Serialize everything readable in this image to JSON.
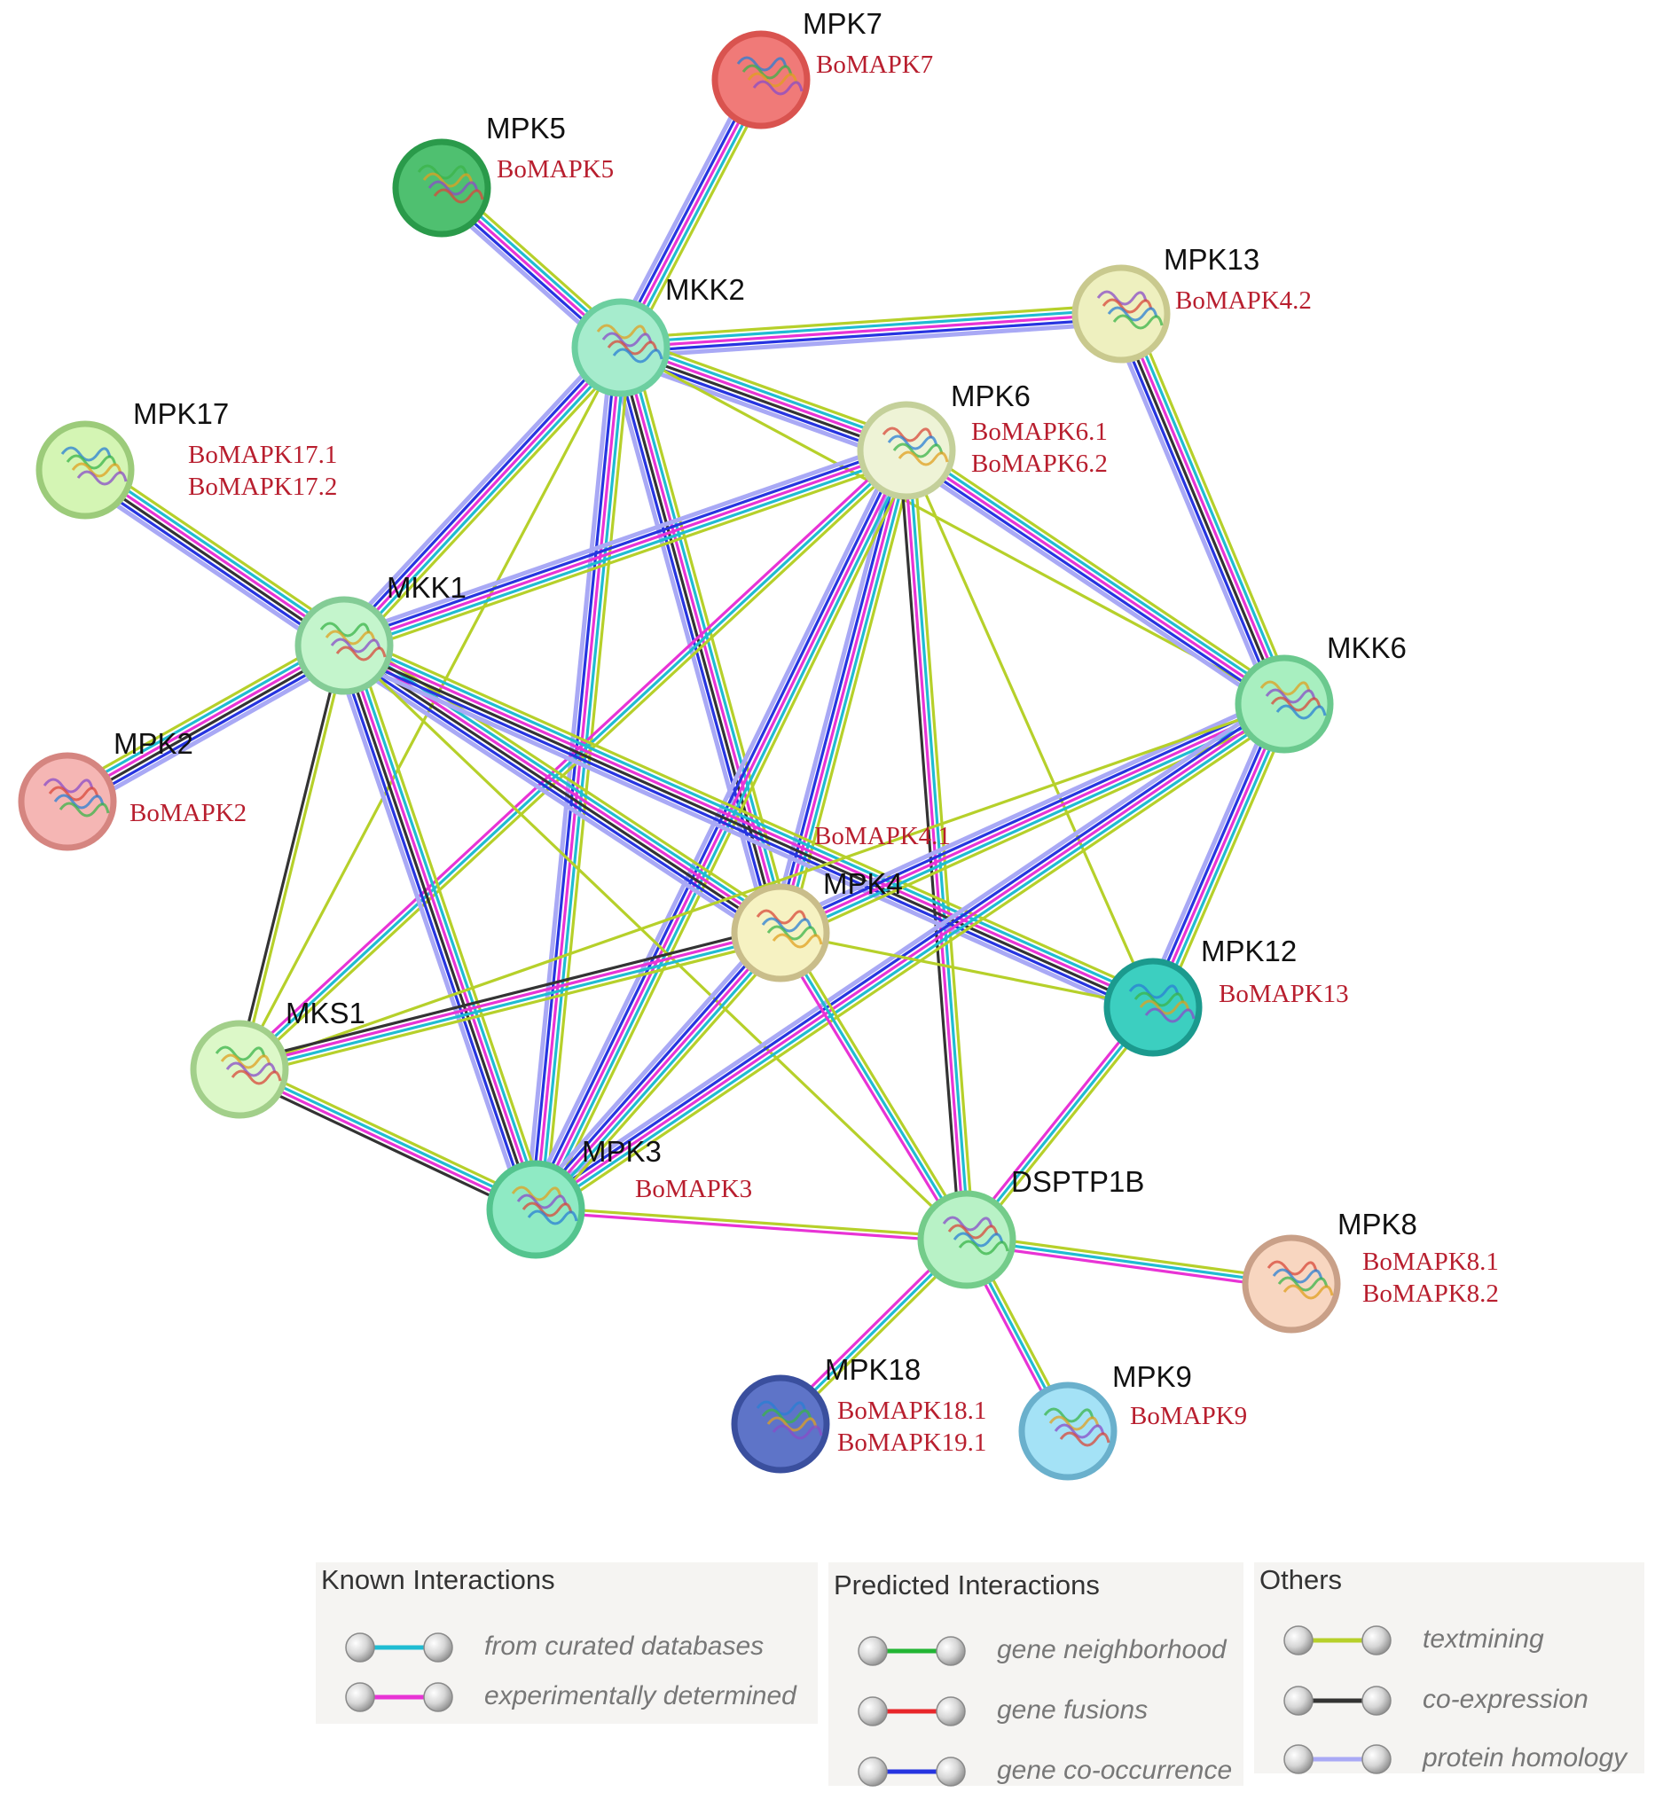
{
  "network": {
    "nodes": [
      {
        "id": "MPK7",
        "label": "MPK7",
        "aliases": [
          "BoMAPK7"
        ],
        "fill": "#f07a78",
        "ring": "#d9534f"
      },
      {
        "id": "MPK5",
        "label": "MPK5",
        "aliases": [
          "BoMAPK5"
        ],
        "fill": "#4fc070",
        "ring": "#2a9a4a"
      },
      {
        "id": "MKK2",
        "label": "MKK2",
        "aliases": [],
        "fill": "#a6eccd",
        "ring": "#6ccfa0"
      },
      {
        "id": "MPK13",
        "label": "MPK13",
        "aliases": [
          "BoMAPK4.2"
        ],
        "fill": "#eef0bf",
        "ring": "#c9c98e"
      },
      {
        "id": "MPK6",
        "label": "MPK6",
        "aliases": [
          "BoMAPK6.1",
          "BoMAPK6.2"
        ],
        "fill": "#eef3d6",
        "ring": "#c4d09a"
      },
      {
        "id": "MPK17",
        "label": "MPK17",
        "aliases": [
          "BoMAPK17.1",
          "BoMAPK17.2"
        ],
        "fill": "#d4f5b4",
        "ring": "#9ccb7a"
      },
      {
        "id": "MKK1",
        "label": "MKK1",
        "aliases": [],
        "fill": "#c4f5cc",
        "ring": "#84cc96"
      },
      {
        "id": "MKK6",
        "label": "MKK6",
        "aliases": [],
        "fill": "#a8efc0",
        "ring": "#6bc98e"
      },
      {
        "id": "MPK2",
        "label": "MPK2",
        "aliases": [
          "BoMAPK2"
        ],
        "fill": "#f5b6b4",
        "ring": "#d58580"
      },
      {
        "id": "MPK4",
        "label": "MPK4",
        "aliases": [
          "BoMAPK4.1"
        ],
        "fill": "#f6f2c2",
        "ring": "#c9bd8a"
      },
      {
        "id": "MPK12",
        "label": "MPK12",
        "aliases": [
          "BoMAPK13"
        ],
        "fill": "#3ccfc0",
        "ring": "#1b9a8e"
      },
      {
        "id": "MKS1",
        "label": "MKS1",
        "aliases": [],
        "fill": "#dcf8c8",
        "ring": "#a2cf8a"
      },
      {
        "id": "MPK3",
        "label": "MPK3",
        "aliases": [
          "BoMAPK3"
        ],
        "fill": "#8feac4",
        "ring": "#54c48e"
      },
      {
        "id": "DSPTP1B",
        "label": "DSPTP1B",
        "aliases": [],
        "fill": "#b8f2c6",
        "ring": "#74cc8a"
      },
      {
        "id": "MPK8",
        "label": "MPK8",
        "aliases": [
          "BoMAPK8.1",
          "BoMAPK8.2"
        ],
        "fill": "#f8d6c0",
        "ring": "#c9a088"
      },
      {
        "id": "MPK18",
        "label": "MPK18",
        "aliases": [
          "BoMAPK18.1",
          "BoMAPK19.1"
        ],
        "fill": "#5e74c8",
        "ring": "#3a4f9e"
      },
      {
        "id": "MPK9",
        "label": "MPK9",
        "aliases": [
          "BoMAPK9"
        ],
        "fill": "#a4e2f6",
        "ring": "#6ab0cc"
      }
    ],
    "edges": [
      {
        "a": "MPK7",
        "b": "MKK2",
        "types": [
          "textmining",
          "curated",
          "experimental",
          "cooccurrence",
          "homology"
        ]
      },
      {
        "a": "MPK5",
        "b": "MKK2",
        "types": [
          "textmining",
          "curated",
          "experimental",
          "cooccurrence",
          "homology"
        ]
      },
      {
        "a": "MKK2",
        "b": "MPK13",
        "types": [
          "textmining",
          "curated",
          "experimental",
          "cooccurrence",
          "homology"
        ]
      },
      {
        "a": "MKK2",
        "b": "MPK6",
        "types": [
          "textmining",
          "curated",
          "experimental",
          "coexpression",
          "cooccurrence",
          "homology"
        ]
      },
      {
        "a": "MKK2",
        "b": "MKK6",
        "types": [
          "textmining"
        ]
      },
      {
        "a": "MKK2",
        "b": "MKK1",
        "types": [
          "textmining",
          "curated",
          "experimental",
          "cooccurrence",
          "homology"
        ]
      },
      {
        "a": "MKK2",
        "b": "MPK4",
        "types": [
          "textmining",
          "curated",
          "experimental",
          "coexpression",
          "cooccurrence",
          "homology"
        ]
      },
      {
        "a": "MKK2",
        "b": "MPK3",
        "types": [
          "textmining",
          "curated",
          "experimental",
          "cooccurrence",
          "homology"
        ]
      },
      {
        "a": "MKK2",
        "b": "MKS1",
        "types": [
          "textmining"
        ]
      },
      {
        "a": "MPK13",
        "b": "MKK6",
        "types": [
          "textmining",
          "curated",
          "experimental",
          "coexpression",
          "cooccurrence",
          "homology"
        ]
      },
      {
        "a": "MPK6",
        "b": "MKK1",
        "types": [
          "textmining",
          "curated",
          "experimental",
          "cooccurrence",
          "homology"
        ]
      },
      {
        "a": "MPK6",
        "b": "MKK6",
        "types": [
          "textmining",
          "curated",
          "experimental",
          "cooccurrence",
          "homology"
        ]
      },
      {
        "a": "MPK6",
        "b": "MPK4",
        "types": [
          "textmining",
          "curated",
          "experimental",
          "cooccurrence",
          "homology"
        ]
      },
      {
        "a": "MPK6",
        "b": "MPK3",
        "types": [
          "textmining",
          "curated",
          "experimental",
          "cooccurrence",
          "homology"
        ]
      },
      {
        "a": "MPK6",
        "b": "MKS1",
        "types": [
          "textmining",
          "curated",
          "experimental"
        ]
      },
      {
        "a": "MPK6",
        "b": "DSPTP1B",
        "types": [
          "textmining",
          "curated",
          "experimental",
          "coexpression"
        ]
      },
      {
        "a": "MPK6",
        "b": "MPK12",
        "types": [
          "textmining"
        ]
      },
      {
        "a": "MPK17",
        "b": "MKK1",
        "types": [
          "textmining",
          "curated",
          "experimental",
          "coexpression",
          "cooccurrence",
          "homology"
        ]
      },
      {
        "a": "MPK2",
        "b": "MKK1",
        "types": [
          "textmining",
          "curated",
          "experimental",
          "coexpression",
          "cooccurrence",
          "homology"
        ]
      },
      {
        "a": "MKK1",
        "b": "MKS1",
        "types": [
          "textmining",
          "coexpression"
        ]
      },
      {
        "a": "MKK1",
        "b": "MPK3",
        "types": [
          "textmining",
          "curated",
          "experimental",
          "coexpression",
          "cooccurrence",
          "homology"
        ]
      },
      {
        "a": "MKK1",
        "b": "MPK4",
        "types": [
          "textmining",
          "curated",
          "experimental",
          "coexpression",
          "cooccurrence",
          "homology"
        ]
      },
      {
        "a": "MKK1",
        "b": "MPK12",
        "types": [
          "textmining",
          "curated",
          "experimental",
          "coexpression",
          "cooccurrence",
          "homology"
        ]
      },
      {
        "a": "MKK1",
        "b": "DSPTP1B",
        "types": [
          "textmining"
        ]
      },
      {
        "a": "MKK6",
        "b": "MPK4",
        "types": [
          "textmining",
          "curated",
          "experimental",
          "cooccurrence",
          "homology"
        ]
      },
      {
        "a": "MKK6",
        "b": "MPK3",
        "types": [
          "textmining",
          "curated",
          "experimental",
          "cooccurrence",
          "homology"
        ]
      },
      {
        "a": "MKK6",
        "b": "MPK12",
        "types": [
          "textmining",
          "curated",
          "experimental",
          "cooccurrence",
          "homology"
        ]
      },
      {
        "a": "MKK6",
        "b": "MKS1",
        "types": [
          "textmining"
        ]
      },
      {
        "a": "MPK4",
        "b": "MKS1",
        "types": [
          "textmining",
          "curated",
          "experimental",
          "coexpression"
        ]
      },
      {
        "a": "MPK4",
        "b": "MPK3",
        "types": [
          "textmining",
          "curated",
          "experimental",
          "cooccurrence",
          "homology"
        ]
      },
      {
        "a": "MPK4",
        "b": "DSPTP1B",
        "types": [
          "textmining",
          "curated",
          "experimental"
        ]
      },
      {
        "a": "MPK4",
        "b": "MPK12",
        "types": [
          "textmining"
        ]
      },
      {
        "a": "MKS1",
        "b": "MPK3",
        "types": [
          "textmining",
          "curated",
          "experimental",
          "coexpression"
        ]
      },
      {
        "a": "MPK3",
        "b": "DSPTP1B",
        "types": [
          "textmining",
          "experimental"
        ]
      },
      {
        "a": "MPK12",
        "b": "DSPTP1B",
        "types": [
          "textmining",
          "curated",
          "experimental"
        ]
      },
      {
        "a": "DSPTP1B",
        "b": "MPK8",
        "types": [
          "textmining",
          "curated",
          "experimental"
        ]
      },
      {
        "a": "DSPTP1B",
        "b": "MPK18",
        "types": [
          "textmining",
          "curated",
          "experimental"
        ]
      },
      {
        "a": "DSPTP1B",
        "b": "MPK9",
        "types": [
          "textmining",
          "curated",
          "experimental"
        ]
      }
    ]
  },
  "edge_colors": {
    "curated": "#1fbcd2",
    "experimental": "#e833d5",
    "neighborhood": "#22b534",
    "fusion": "#e8262a",
    "cooccurrence": "#2634e0",
    "textmining": "#b6d02a",
    "coexpression": "#333333",
    "homology": "#a9a9f5"
  },
  "legend": {
    "known": {
      "title": "Known Interactions",
      "items": [
        {
          "type": "curated",
          "label": "from curated databases"
        },
        {
          "type": "experimental",
          "label": "experimentally determined"
        }
      ]
    },
    "predicted": {
      "title": "Predicted Interactions",
      "items": [
        {
          "type": "neighborhood",
          "label": "gene neighborhood"
        },
        {
          "type": "fusion",
          "label": "gene fusions"
        },
        {
          "type": "cooccurrence",
          "label": "gene co-occurrence"
        }
      ]
    },
    "others": {
      "title": "Others",
      "items": [
        {
          "type": "textmining",
          "label": "textmining"
        },
        {
          "type": "coexpression",
          "label": "co-expression"
        },
        {
          "type": "homology",
          "label": "protein homology"
        }
      ]
    }
  }
}
